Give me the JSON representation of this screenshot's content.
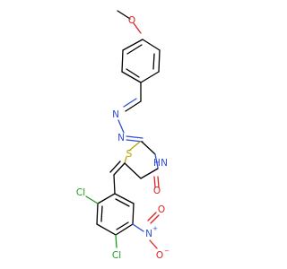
{
  "atoms": {
    "o_methoxy": {
      "text": "O",
      "color": "#e02020"
    },
    "n_imine1": {
      "text": "N",
      "color": "#2f4cd6"
    },
    "n_imine2": {
      "text": "N",
      "color": "#2f4cd6"
    },
    "s_ring": {
      "text": "S",
      "color": "#b8a000"
    },
    "nh_ring": {
      "text": "H",
      "color": "#2f4cd6"
    },
    "n_ring": {
      "text": "N",
      "color": "#2f4cd6"
    },
    "o_carbonyl": {
      "text": "O",
      "color": "#e02020"
    },
    "cl_upper": {
      "text": "Cl",
      "color": "#1a9c1a"
    },
    "cl_lower": {
      "text": "Cl",
      "color": "#1a9c1a"
    },
    "n_nitro": {
      "text": "N",
      "color": "#2f4cd6"
    },
    "n_nitro_charge": {
      "text": "+",
      "color": "#2f4cd6"
    },
    "o_nitro_top": {
      "text": "O",
      "color": "#e02020"
    },
    "o_nitro_bottom": {
      "text": "O",
      "color": "#e02020"
    },
    "o_nitro_charge": {
      "text": "−",
      "color": "#e02020"
    }
  }
}
